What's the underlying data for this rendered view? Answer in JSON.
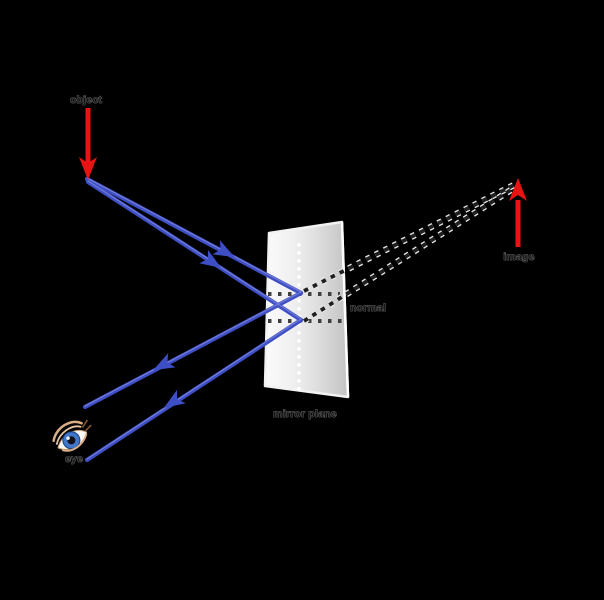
{
  "labels": {
    "object": "object",
    "image": "image",
    "normal": "normal",
    "mirror_plane": "mirror plane",
    "eye": "eye"
  },
  "colors": {
    "background": "#000000",
    "ray": "#3e4ec5",
    "ray_highlight": "#7a84d8",
    "arrow_red": "#e81414",
    "mirror_light": "#fbfbfb",
    "mirror_dark": "#c3c3c3",
    "mirror_plane_dash": "#ffffff",
    "normal_dots": "#3f3f3f",
    "virtual_ray_dots": "#1f1f1f",
    "virtual_ray_halo": "#e6e6e6",
    "label_text": "#161616",
    "label_halo": "#6e6e6e",
    "eye_iris": "#4076c8"
  }
}
